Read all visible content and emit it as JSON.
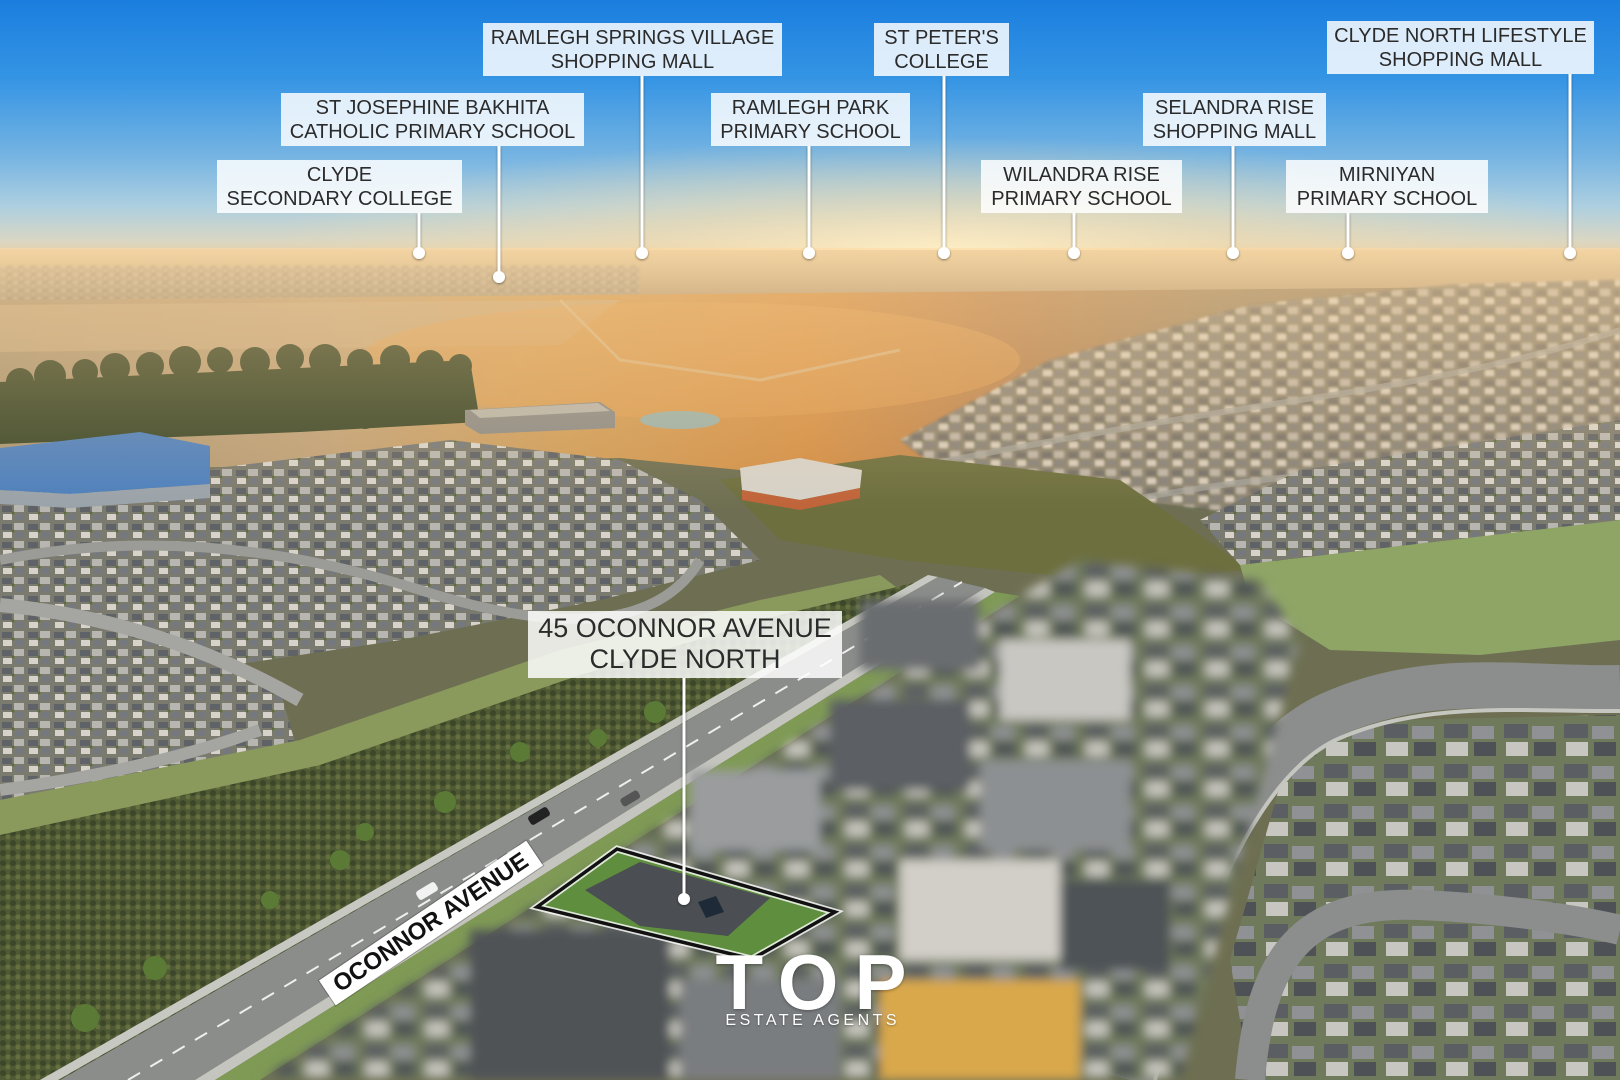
{
  "landmarks": [
    {
      "line1": "CLYDE",
      "line2": "SECONDARY COLLEGE"
    },
    {
      "line1": "ST JOSEPHINE BAKHITA",
      "line2": "CATHOLIC PRIMARY SCHOOL"
    },
    {
      "line1": "RAMLEGH SPRINGS VILLAGE",
      "line2": "SHOPPING MALL"
    },
    {
      "line1": "RAMLEGH PARK",
      "line2": "PRIMARY SCHOOL"
    },
    {
      "line1": "ST PETER'S",
      "line2": "COLLEGE"
    },
    {
      "line1": "WILANDRA RISE",
      "line2": "PRIMARY SCHOOL"
    },
    {
      "line1": "SELANDRA RISE",
      "line2": "SHOPPING MALL"
    },
    {
      "line1": "MIRNIYAN",
      "line2": "PRIMARY SCHOOL"
    },
    {
      "line1": "CLYDE NORTH LIFESTYLE",
      "line2": "SHOPPING MALL"
    }
  ],
  "property": {
    "line1": "45 OCONNOR AVENUE",
    "line2": "CLYDE NORTH"
  },
  "street_label": "OCONNOR AVENUE",
  "logo": {
    "wordmark": "TOP",
    "tagline": "ESTATE AGENTS"
  },
  "colors": {
    "label_background": "#ffffff",
    "label_text": "#2b2b2b",
    "leader_line": "#ffffff",
    "street_label_background": "#ffffff",
    "street_label_text": "#111111",
    "logo_text": "#ffffff",
    "property_outline": "#111111"
  }
}
